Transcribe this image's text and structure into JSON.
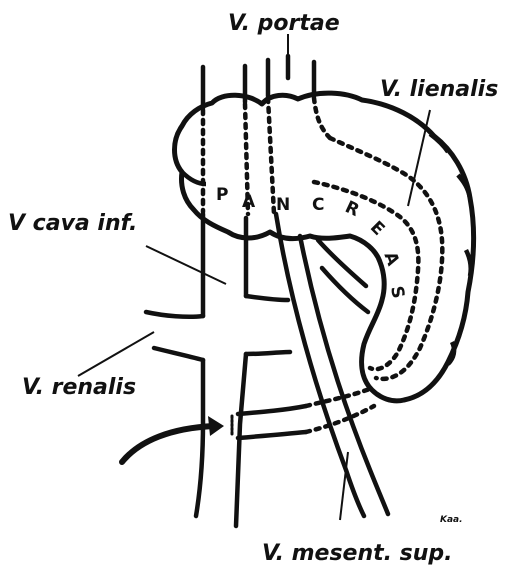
{
  "labels": {
    "v_portae": "V. portae",
    "v_lienalis": "V. lienalis",
    "v_cava_inf": "V cava inf.",
    "v_renalis": "V. renalis",
    "v_mesent_sup": "V. mesent. sup.",
    "signature": "Kaa."
  },
  "pancreas_letters": [
    "P",
    "A",
    "N",
    "C",
    "R",
    "E",
    "A",
    "S"
  ],
  "colors": {
    "ink": "#111111",
    "background": "#ffffff"
  }
}
